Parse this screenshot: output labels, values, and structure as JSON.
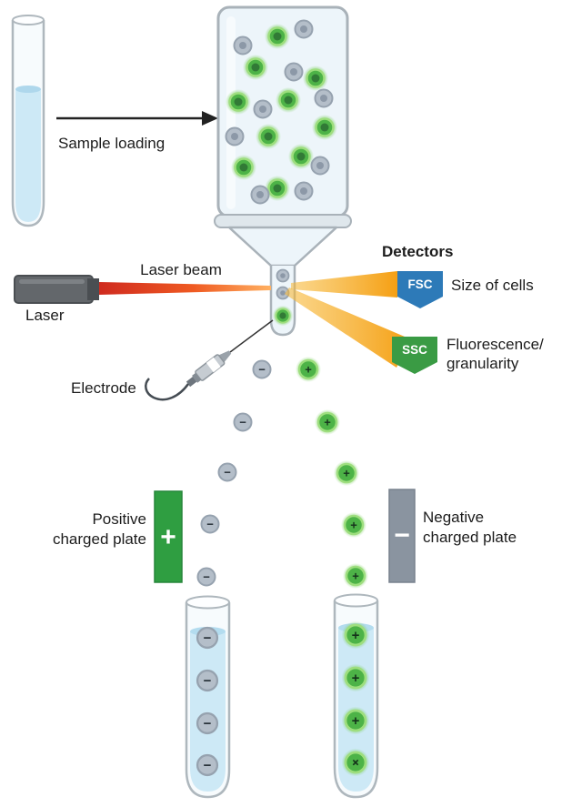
{
  "diagram": {
    "sample_loading": "Sample loading",
    "laser_beam": "Laser beam",
    "laser": "Laser",
    "electrode": "Electrode",
    "detectors_heading": "Detectors",
    "fsc_label": "FSC",
    "fsc_description": "Size of cells",
    "ssc_label": "SSC",
    "ssc_description_line1": "Fluorescence/",
    "ssc_description_line2": "granularity",
    "positive_plate_line1": "Positive",
    "positive_plate_line2": "charged plate",
    "negative_plate_line1": "Negative",
    "negative_plate_line2": "charged plate"
  },
  "symbols": {
    "plus": "+",
    "minus": "−"
  },
  "colors": {
    "fsc_blue": "#2d7ab8",
    "ssc_green": "#3a9b44",
    "positive_plate_green": "#2f9e41",
    "negative_plate_gray": "#8a94a0",
    "detector_beam_orange": "#f5a21b",
    "laser_beam_red": "#d92b20",
    "fluorescent_cell_green": "#4db347",
    "cell_gray": "#b4bec9",
    "liquid_blue": "#cde9f6"
  }
}
